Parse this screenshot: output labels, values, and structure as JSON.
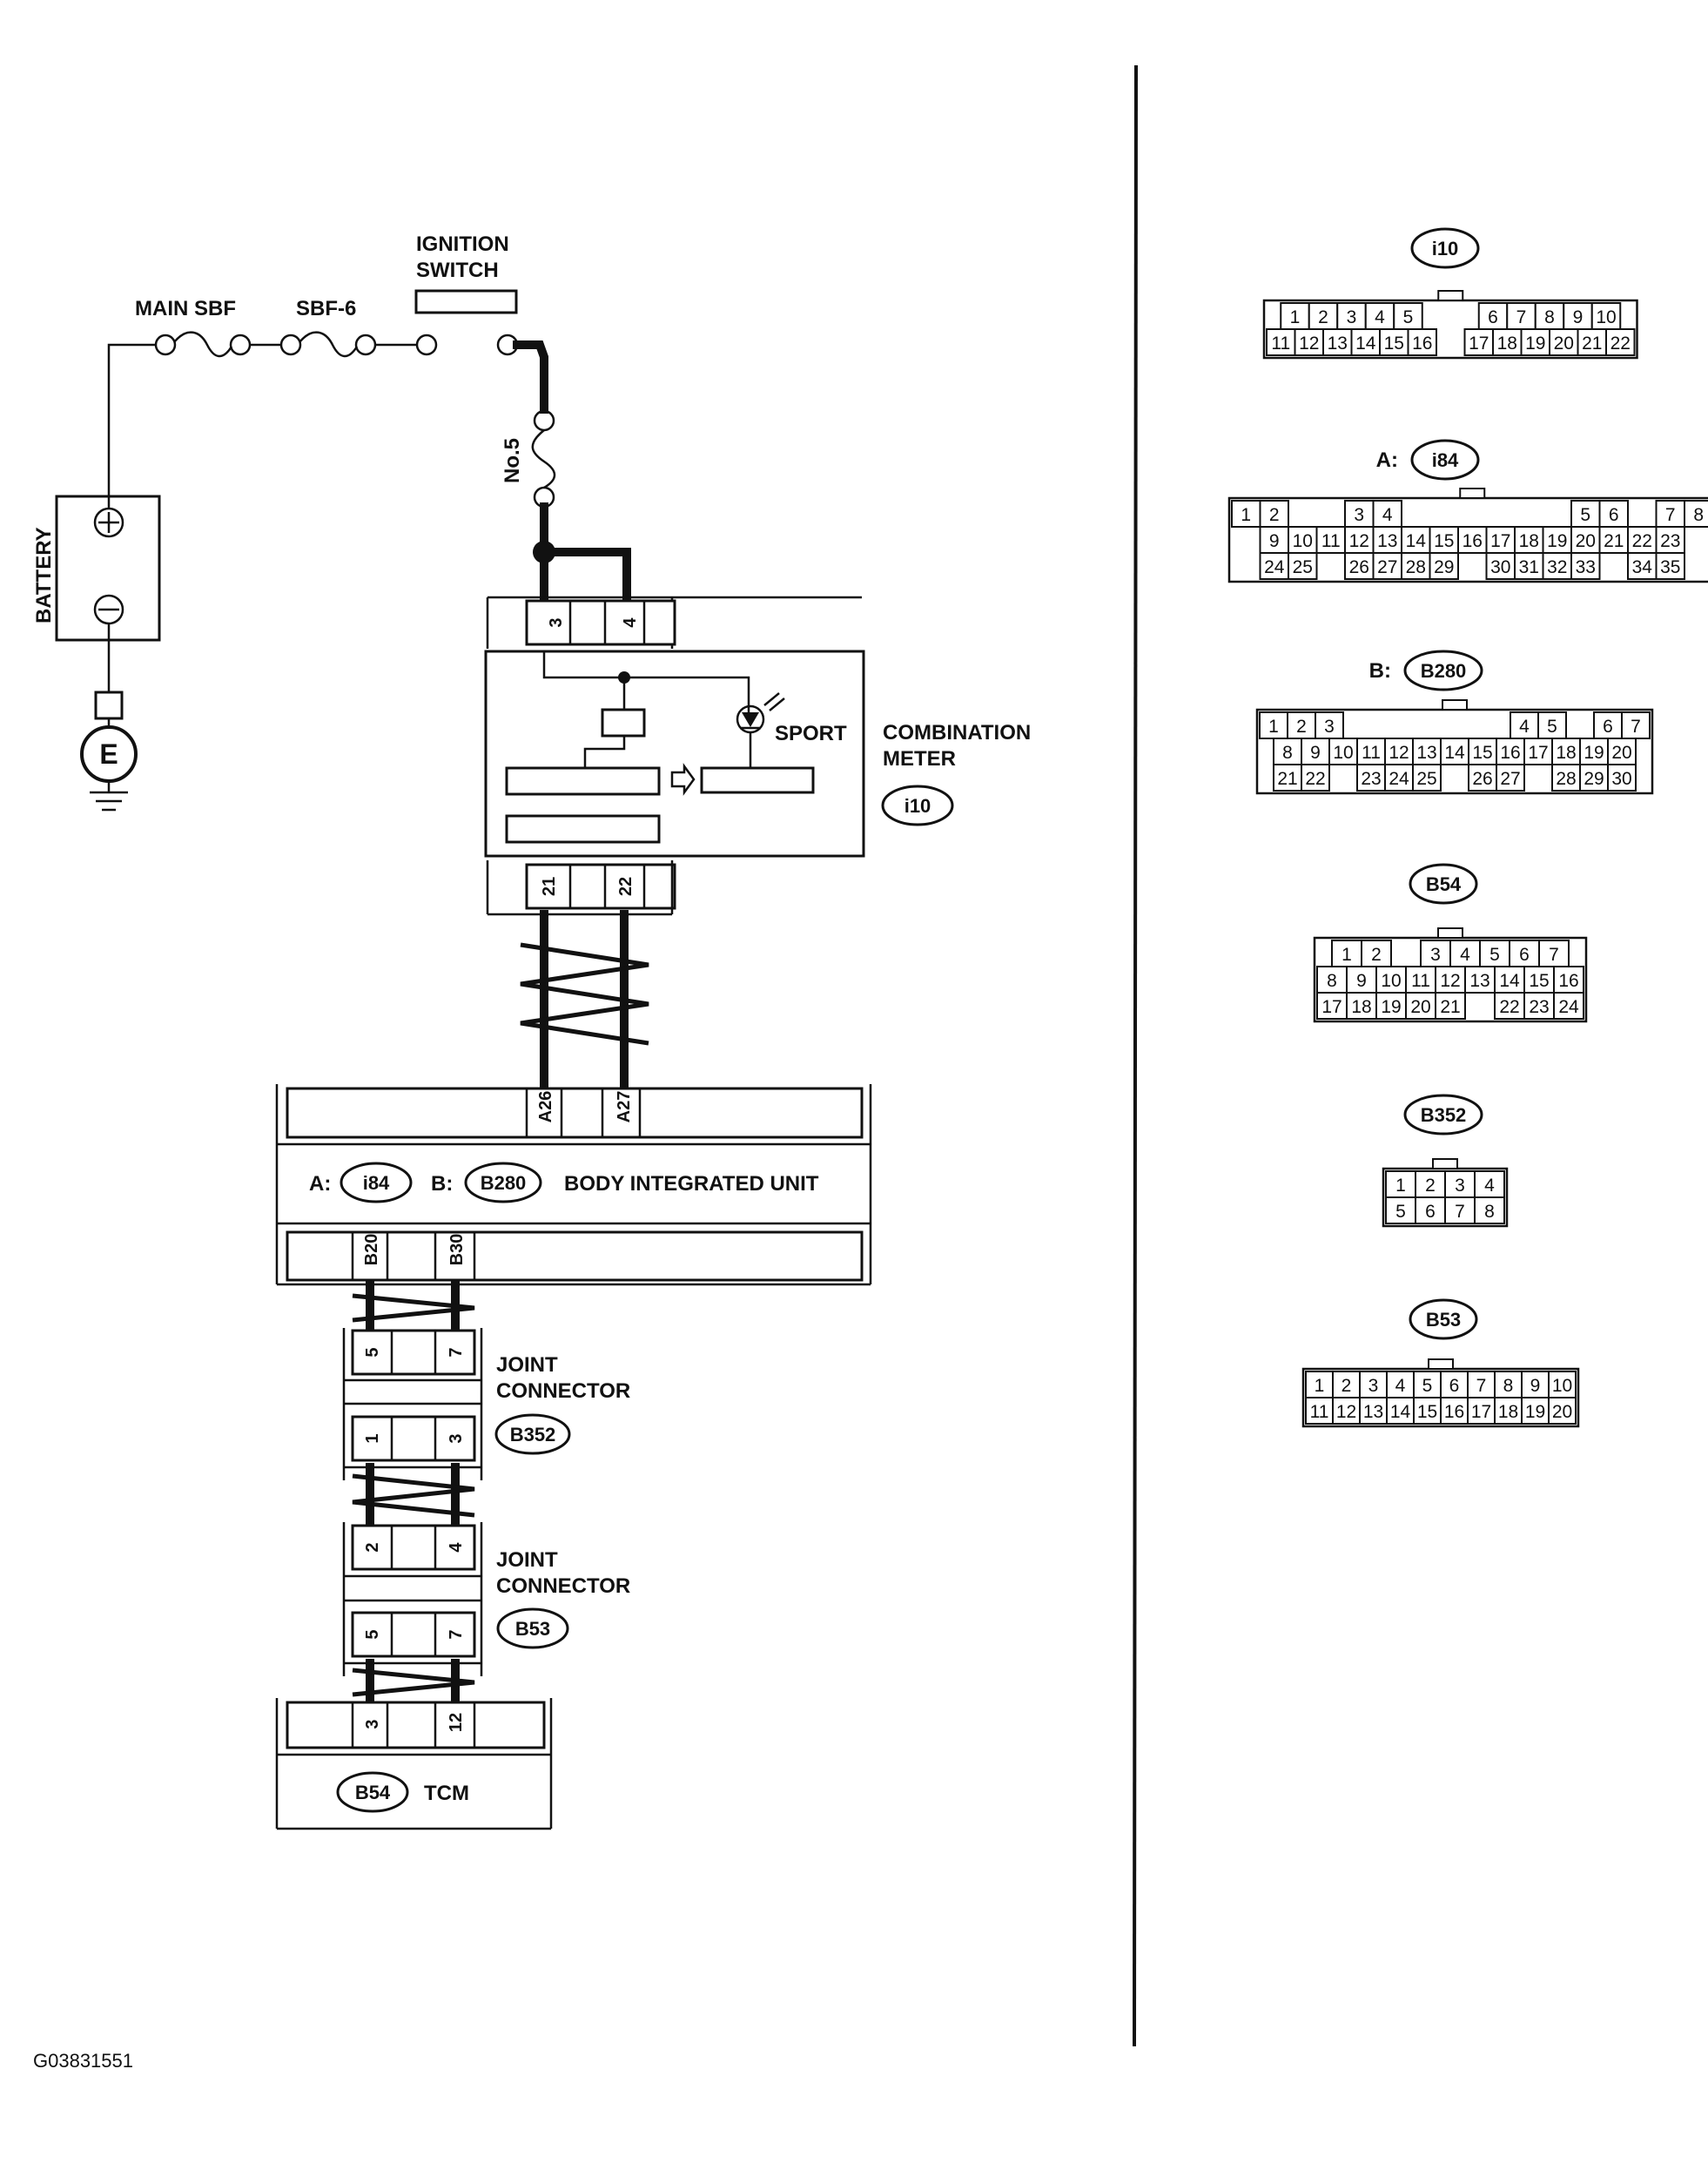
{
  "labels": {
    "main_sbf": "MAIN SBF",
    "sbf6": "SBF-6",
    "ignition_line1": "IGNITION",
    "ignition_line2": "SWITCH",
    "no5": "No.5",
    "battery": "BATTERY",
    "battery_plus": "⊕",
    "battery_minus": "⊖",
    "ground": "E",
    "sport": "SPORT",
    "combination_line1": "COMBINATION",
    "combination_line2": "METER",
    "combination_id": "i10",
    "body_prefix_a": "A:",
    "body_prefix_b": "B:",
    "body_id_a": "i84",
    "body_id_b": "B280",
    "body_name": "BODY INTEGRATED UNIT",
    "joint1_line1": "JOINT",
    "joint1_line2": "CONNECTOR",
    "joint1_id": "B352",
    "joint2_line1": "JOINT",
    "joint2_line2": "CONNECTOR",
    "joint2_id": "B53",
    "tcm_id": "B54",
    "tcm_name": "TCM",
    "figure_code": "G03831551"
  },
  "pins": {
    "meter_top": [
      "3",
      "4"
    ],
    "meter_bottom": [
      "21",
      "22"
    ],
    "body_top": [
      "A26",
      "A27"
    ],
    "body_bottom": [
      "B20",
      "B30"
    ],
    "b352_top": [
      "5",
      "7"
    ],
    "b352_bottom": [
      "1",
      "3"
    ],
    "b53_top": [
      "2",
      "4"
    ],
    "b53_bottom": [
      "5",
      "7"
    ],
    "tcm": [
      "3",
      "12"
    ]
  },
  "connectors": [
    {
      "id": "i10",
      "prefix": "",
      "rows": [
        [
          "1",
          "2",
          "3",
          "4",
          "5",
          "",
          "",
          "6",
          "7",
          "8",
          "9",
          "10"
        ],
        [
          "11",
          "12",
          "13",
          "14",
          "15",
          "16",
          "",
          "17",
          "18",
          "19",
          "20",
          "21",
          "22"
        ]
      ]
    },
    {
      "id": "i84",
      "prefix": "A:",
      "rows": [
        [
          "1",
          "2",
          "",
          "",
          "3",
          "4",
          "",
          "",
          "",
          "",
          "",
          "",
          "5",
          "6",
          "",
          "7",
          "8"
        ],
        [
          "9",
          "10",
          "11",
          "12",
          "13",
          "14",
          "15",
          "16",
          "17",
          "18",
          "19",
          "20",
          "21",
          "22",
          "23"
        ],
        [
          "24",
          "25",
          "",
          "26",
          "27",
          "28",
          "29",
          "",
          "30",
          "31",
          "32",
          "33",
          "",
          "34",
          "35"
        ]
      ]
    },
    {
      "id": "B280",
      "prefix": "B:",
      "rows": [
        [
          "1",
          "2",
          "3",
          "",
          "",
          "",
          "",
          "",
          "",
          "4",
          "5",
          "",
          "6",
          "7"
        ],
        [
          "8",
          "9",
          "10",
          "11",
          "12",
          "13",
          "14",
          "15",
          "16",
          "17",
          "18",
          "19",
          "20"
        ],
        [
          "21",
          "22",
          "",
          "23",
          "24",
          "25",
          "",
          "26",
          "27",
          "",
          "28",
          "29",
          "30"
        ]
      ]
    },
    {
      "id": "B54",
      "prefix": "",
      "rows": [
        [
          "1",
          "2",
          "",
          "3",
          "4",
          "5",
          "6",
          "7"
        ],
        [
          "8",
          "9",
          "10",
          "11",
          "12",
          "13",
          "14",
          "15",
          "16"
        ],
        [
          "17",
          "18",
          "19",
          "20",
          "21",
          "",
          "22",
          "23",
          "24"
        ]
      ]
    },
    {
      "id": "B352",
      "prefix": "",
      "rows": [
        [
          "1",
          "2",
          "3",
          "4"
        ],
        [
          "5",
          "6",
          "7",
          "8"
        ]
      ]
    },
    {
      "id": "B53",
      "prefix": "",
      "rows": [
        [
          "1",
          "2",
          "3",
          "4",
          "5",
          "6",
          "7",
          "8",
          "9",
          "10"
        ],
        [
          "11",
          "12",
          "13",
          "14",
          "15",
          "16",
          "17",
          "18",
          "19",
          "20"
        ]
      ]
    }
  ]
}
